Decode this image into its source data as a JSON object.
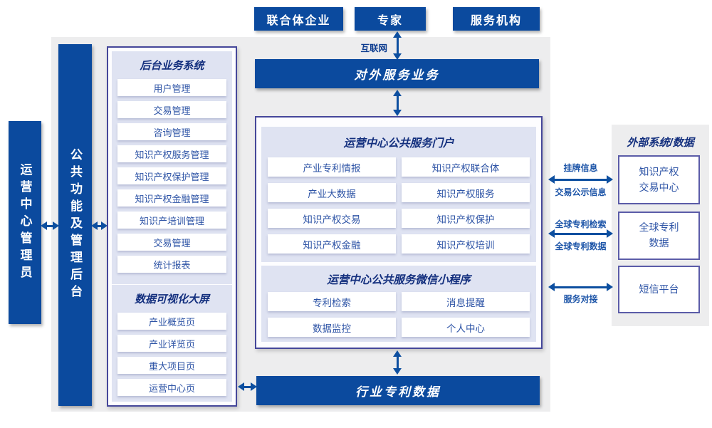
{
  "colors": {
    "accent_blue": "#0b4a9e",
    "panel_lavender": "#dfe3f2",
    "background_gray": "#ededee",
    "border_purple": "#45479a"
  },
  "actors": [
    "联合体企业",
    "专家",
    "服务机构"
  ],
  "internet_label": "互联网",
  "external_service_bar": "对外服务业务",
  "admin_box": "运营中心管理员",
  "backend_bar": "公共功能及管理后台",
  "left_panel": {
    "backend_system": {
      "title": "后台业务系统",
      "items": [
        "用户管理",
        "交易管理",
        "咨询管理",
        "知识产权服务管理",
        "知识产权保护管理",
        "知识产权金融管理",
        "知识产培训管理",
        "交易管理",
        "统计报表"
      ]
    },
    "dashboard": {
      "title": "数据可视化大屏",
      "items": [
        "产业概览页",
        "产业详览页",
        "重大项目页",
        "运营中心页"
      ]
    }
  },
  "center": {
    "portal": {
      "title": "运营中心公共服务门户",
      "items": [
        "产业专利情报",
        "知识产权联合体",
        "产业大数据",
        "知识产权服务",
        "知识产权交易",
        "知识产权保护",
        "知识产权金融",
        "知识产权培训"
      ]
    },
    "miniprogram": {
      "title": "运营中心公共服务微信小程序",
      "items": [
        "专利检索",
        "消息提醒",
        "数据监控",
        "个人中心"
      ]
    }
  },
  "industry_patent_bar": "行业专利数据",
  "right_panel": {
    "title": "外部系统/数据",
    "systems": [
      "知识产权\n交易中心",
      "全球专利\n数据",
      "短信平台"
    ],
    "links": [
      {
        "top": "挂牌信息",
        "bottom": "交易公示信息"
      },
      {
        "top": "全球专利检索",
        "bottom": "全球专利数据"
      },
      {
        "top": "",
        "bottom": "服务对接"
      }
    ]
  }
}
